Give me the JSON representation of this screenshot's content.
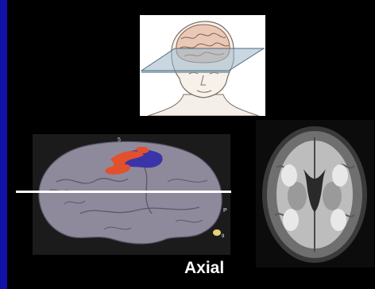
{
  "caption": {
    "text": "Axial"
  },
  "colors": {
    "background": "#000000",
    "accent_bar": "#1212a8",
    "activation_red": "#e2502c",
    "activation_blue": "#3b34a8",
    "brain_surface": "#8e8a9c"
  },
  "brain_labels": {
    "top": "5",
    "right_p": "P",
    "right_num": "9"
  },
  "images": {
    "head": "head-with-axial-plane-illustration",
    "brain": "lateral-brain-surface-render",
    "mri": "axial-mri-slice"
  }
}
